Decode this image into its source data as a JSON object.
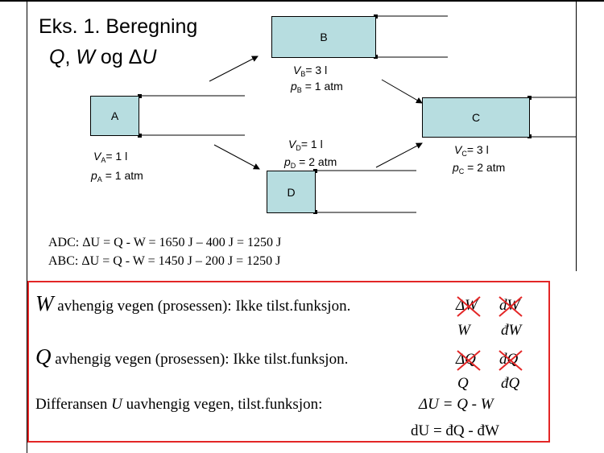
{
  "title": {
    "line1": "Eks. 1. Beregning",
    "line2_q": "Q",
    "line2_sep": ", ",
    "line2_w": "W",
    "line2_og": " og Δ",
    "line2_u": "U"
  },
  "states": {
    "A": {
      "label": "A",
      "v_sym": "V",
      "v_sub": "A",
      "v_val": "= 1 l",
      "p_sym": "p",
      "p_sub": "A",
      "p_val": " = 1 atm"
    },
    "B": {
      "label": "B",
      "v_sym": "V",
      "v_sub": "B",
      "v_val": "= 3 l",
      "p_sym": "p",
      "p_sub": "B",
      "p_val": " = 1 atm"
    },
    "C": {
      "label": "C",
      "v_sym": "V",
      "v_sub": "C",
      "v_val": "= 3 l",
      "p_sym": "p",
      "p_sub": "C",
      "p_val": " = 2 atm"
    },
    "D": {
      "label": "D",
      "v_sym": "V",
      "v_sub": "D",
      "v_val": "= 1 l",
      "p_sym": "p",
      "p_sub": "D",
      "p_val": " = 2 atm"
    }
  },
  "equations": {
    "adc": "ADC:  ΔU = Q - W = 1650 J – 400 J = 1250 J",
    "abc": "ABC:  ΔU = Q - W = 1450 J – 200 J = 1250 J"
  },
  "summary": {
    "w_sym": "W",
    "w_text": " avhengig vegen (prosessen): Ikke tilst.funksjon.",
    "w_crossed_1": "ΔW",
    "w_crossed_2": "dW",
    "w_sub_1": "W",
    "w_sub_2": "đW",
    "q_sym": "Q",
    "q_text": " avhengig vegen (prosessen): Ikke tilst.funksjon.",
    "q_crossed_1": "ΔQ",
    "q_crossed_2": "dQ",
    "q_sub_1": "Q",
    "q_sub_2": "đQ",
    "diff_text": "Differansen ",
    "diff_u": "U",
    "diff_rest": " uavhengig vegen, tilst.funksjon:",
    "diff_eq": "ΔU = Q  -  W",
    "diff_eq2": "dU = đQ - đW"
  },
  "colors": {
    "box_fill": "#b7dde0",
    "frame": "#e32626",
    "cross": "#e32626"
  }
}
